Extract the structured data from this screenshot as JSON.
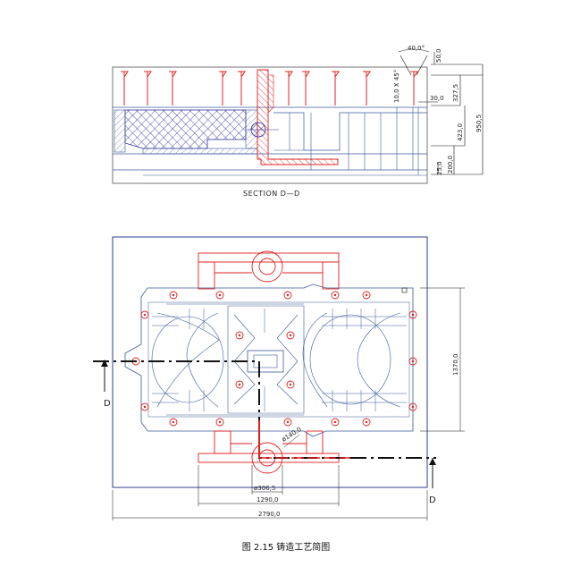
{
  "figure": {
    "caption": "图 2.15  铸造工艺简图",
    "section_title": "SECTION D—D",
    "section_marks": [
      "D",
      "D"
    ],
    "top_view_dims": {
      "angle": "40,0°",
      "top_a": "50,0",
      "chamfer": "10,0 X 45°",
      "width_30": "30,0",
      "h_327": "327,5",
      "h_423": "423,0",
      "h_950": "950,5",
      "h_200": "200,0",
      "h_25": "25,0"
    },
    "plan_view_dims": {
      "height_1370": "1370,0",
      "dia_140": "ø140,0",
      "dia_306": "ø306,5",
      "width_1290": "1290,0",
      "width_2790": "2790,0"
    }
  },
  "colors": {
    "outline": "#1a2a80",
    "steel_blue": "#3b5a9a",
    "red": "#e02020",
    "black": "#111111"
  }
}
